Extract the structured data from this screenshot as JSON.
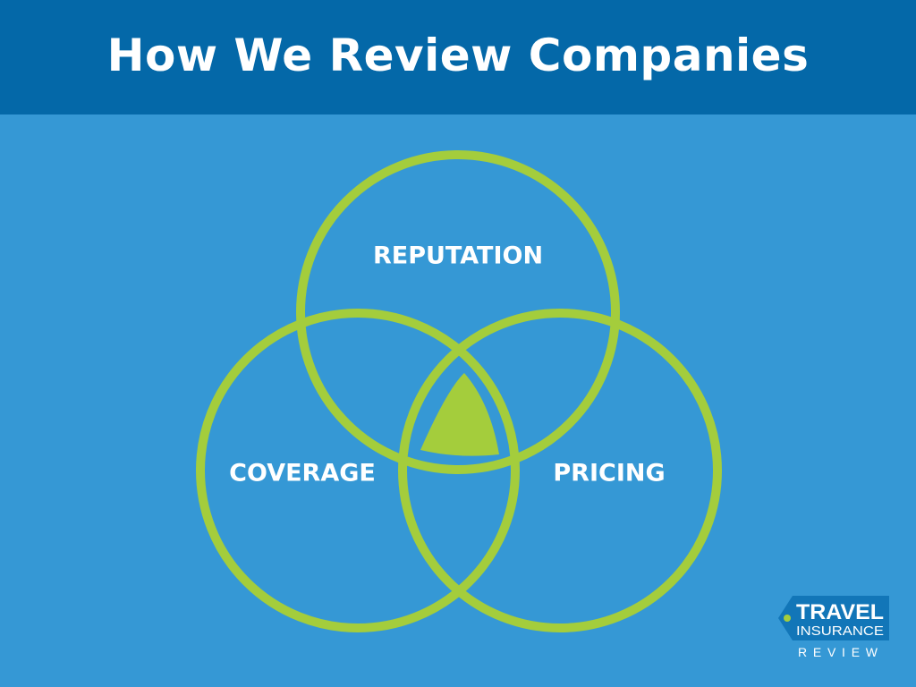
{
  "header": {
    "title": "How We Review Companies"
  },
  "diagram": {
    "circles": [
      {
        "id": "reputation",
        "label": "REPUTATION"
      },
      {
        "id": "coverage",
        "label": "COVERAGE"
      },
      {
        "id": "pricing",
        "label": "PRICING"
      }
    ],
    "center_shape": "filled-intersection"
  },
  "logo": {
    "line1": "TRAVEL",
    "line2": "INSURANCE",
    "line3": "REVIEW"
  },
  "colors": {
    "background": "#3598d5",
    "header": "#0468a8",
    "circle_stroke": "#a4cd3c",
    "text": "#ffffff",
    "logo_bg": "#1276b8"
  }
}
